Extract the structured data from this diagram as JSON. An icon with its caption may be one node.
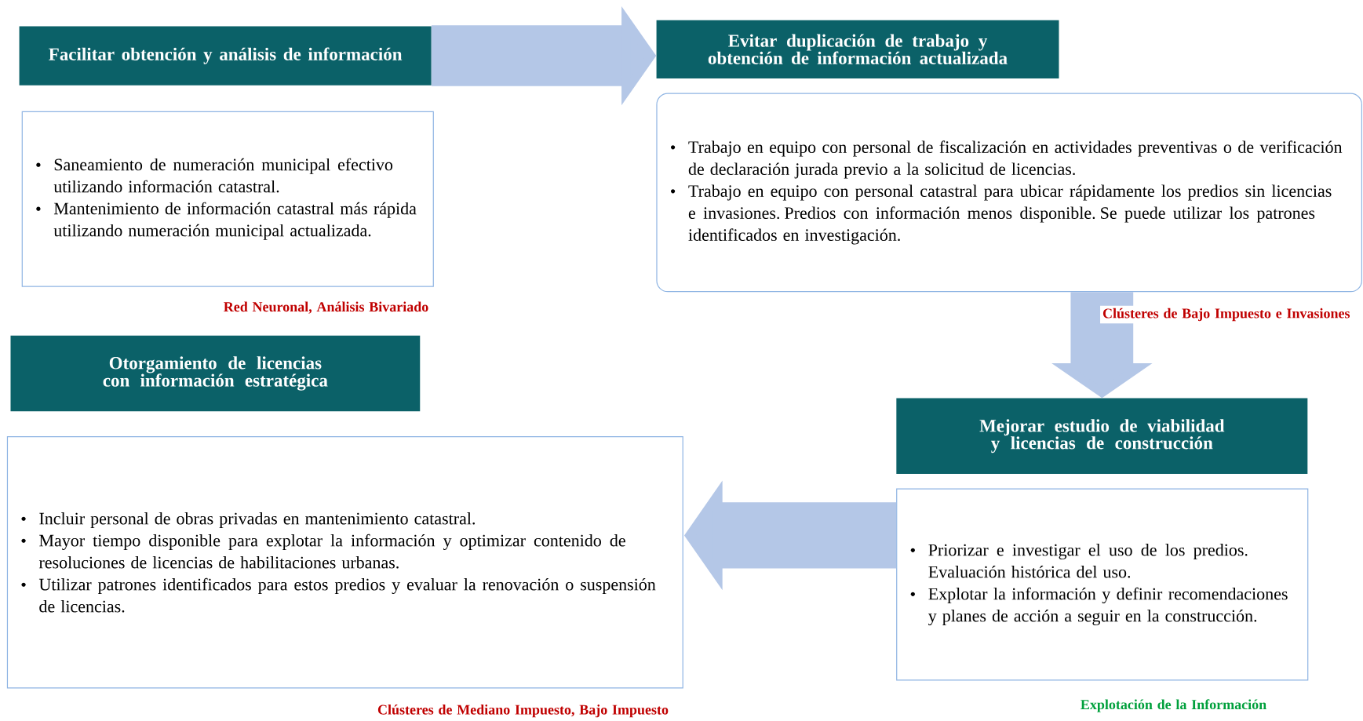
{
  "diagram": {
    "nodes": [
      {
        "text": [
          "Facilitar obtención y análisis de información"
        ]
      },
      {
        "text": [
          "Saneamiento de numeración municipal efectivo utilizando información catastral.",
          "Mantenimiento de información catastral más rápida utilizando numeración municipal actualizada."
        ],
        "beside": [
          "Red Neuronal, Análisis Bivariado"
        ]
      },
      {
        "text": [
          "Evitar duplicación de trabajo y obtención de información actualizada"
        ]
      },
      {
        "text": [
          "Trabajo en equipo con personal de fiscalización en actividades preventivas o de verificación de declaración jurada previo a la solicitud de licencias.",
          "Trabajo en equipo con personal catastral para ubicar rápidamente los predios sin licencias e invasiones. Predios con información menos disponible. Se puede utilizar los patrones identificados en investigación."
        ],
        "beside": [
          "Clústeres de Bajo Impuesto e Invasiones"
        ]
      },
      {
        "text": [
          "Mejorar estudio de viabilidad y licencias de construcción"
        ]
      },
      {
        "text": [
          "Priorizar e investigar el uso de los predios. Evaluación histórica del uso.",
          "Explotar la información y definir recomendaciones y planes de acción a seguir en la construcción."
        ],
        "beside": [
          "Explotación de la Información"
        ]
      },
      {
        "text": [
          "Otorgamiento de licencias con información estratégica"
        ]
      },
      {
        "text": [
          "Incluir personal de obras privadas en mantenimiento catastral.",
          "Mayor tiempo disponible para explotar la información y optimizar contenido de resoluciones de licencias de habilitaciones urbanas.",
          "Utilizar patrones identificados para estos predios y evaluar la renovación o suspensión de licencias."
        ],
        "beside": [
          "Clústeres de Mediano Impuesto, Bajo Impuesto"
        ]
      }
    ],
    "edges": [
      {
        "from": 0,
        "to": 2,
        "arrow": "to"
      },
      {
        "from": 3,
        "to": 4,
        "arrow": "to"
      },
      {
        "from": 5,
        "to": 7,
        "arrow": "to"
      }
    ]
  }
}
